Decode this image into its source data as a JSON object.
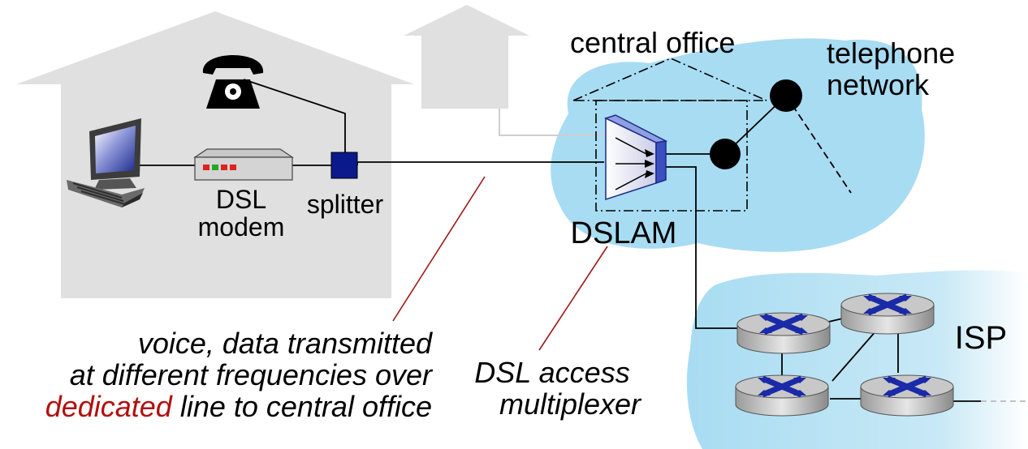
{
  "labels": {
    "central_office": "central office",
    "telephone_network_line1": "telephone",
    "telephone_network_line2": "network",
    "dsl_modem_line1": "DSL",
    "dsl_modem_line2": "modem",
    "splitter": "splitter",
    "dslam": "DSLAM",
    "isp": "ISP"
  },
  "annotations": {
    "voice_line1": "voice, data transmitted",
    "voice_line2": "at different frequencies over",
    "voice_line3_highlight": "dedicated",
    "voice_line3_rest": " line to central office",
    "dslam_desc_line1": "DSL access",
    "dslam_desc_line2": "multiplexer"
  },
  "colors": {
    "house": "#e0e0e0",
    "network_cloud": "#a8dcf2",
    "highlight_text": "#b01010",
    "leader_line": "#a01818",
    "splitter_box": "#0a1a8c",
    "router_arrows": "#1a2aa8"
  }
}
